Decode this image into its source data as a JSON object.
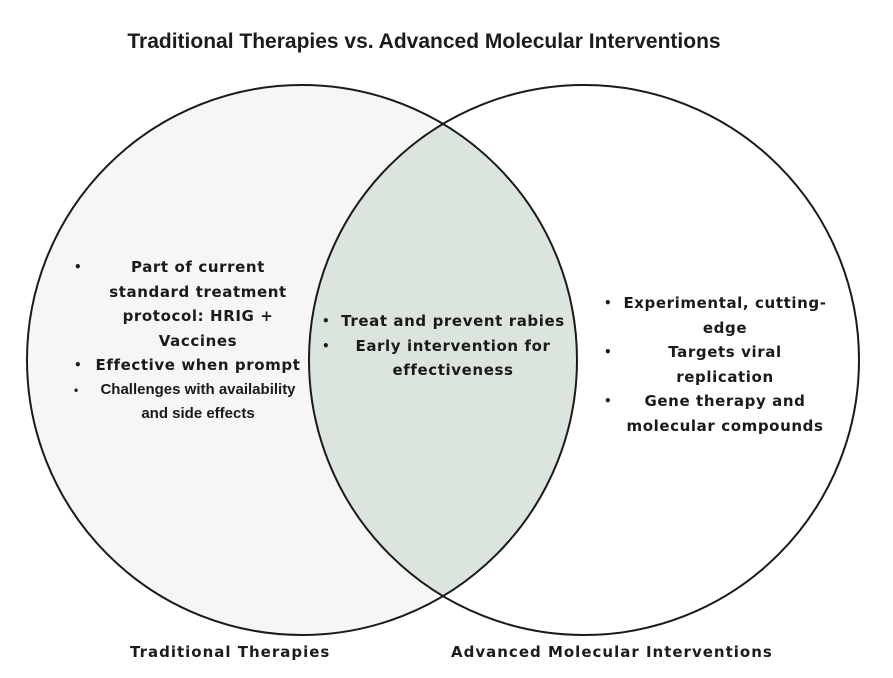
{
  "title": "Traditional Therapies vs. Advanced Molecular Interventions",
  "colors": {
    "left_fill": "#f6f6f6",
    "intersection_fill": "#dbe5dd",
    "right_fill": "#ffffff",
    "stroke": "#1a1a1a"
  },
  "left": {
    "label": "Traditional Therapies",
    "items": [
      "Part of current standard treatment protocol: HRIG + Vaccines",
      "Effective when prompt",
      "Challenges with availability and side effects"
    ]
  },
  "overlap": {
    "items": [
      "Treat and prevent rabies",
      "Early intervention for effectiveness"
    ]
  },
  "right": {
    "label": "Advanced Molecular Interventions",
    "items": [
      "Experimental, cutting-edge",
      "Targets viral replication",
      "Gene therapy and molecular compounds"
    ]
  }
}
